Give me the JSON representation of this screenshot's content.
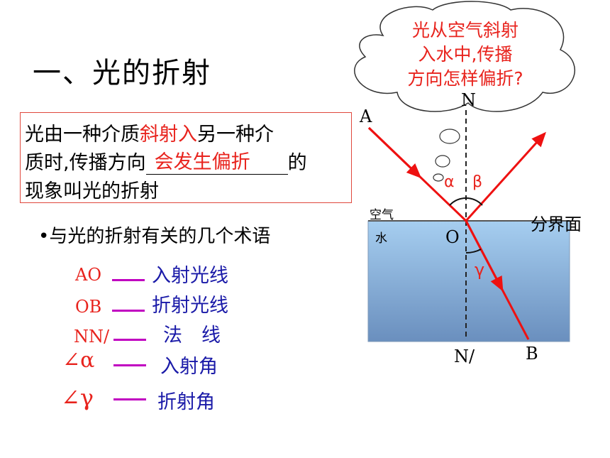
{
  "title": "一、光的折射",
  "definition": {
    "part1": "光由一种介质",
    "highlight": "斜射入",
    "part2": "另一种介",
    "line2_start": "质时,传播方向",
    "answer": "会发生偏折",
    "line2_end": "的",
    "line3": "现象叫光的折射"
  },
  "terms_heading": "•与光的折射有关的几个术语",
  "terms": [
    {
      "symbol": "AO",
      "name": "入射光线"
    },
    {
      "symbol": "OB",
      "name": "折射光线"
    },
    {
      "symbol": "NN/",
      "name": "法　线"
    },
    {
      "symbol": "∠α",
      "name": "入射角"
    },
    {
      "symbol": "∠γ",
      "name": "折射角"
    }
  ],
  "thought_bubble": [
    "光从空气斜射",
    "入水中,传播",
    "方向怎样偏折?"
  ],
  "diagram_labels": {
    "A": "A",
    "N": "N",
    "O": "O",
    "N_prime": "N/",
    "B": "B",
    "alpha": "α",
    "beta": "β",
    "gamma": "γ",
    "air": "空气",
    "water": "水",
    "interface": "分界面"
  },
  "colors": {
    "ray": "#ee1111",
    "water_top": "#a6cef0",
    "water_bottom": "#6a8fbe",
    "term_symbol": "#e8231d",
    "term_dash": "#c000c0",
    "term_name": "#1a1aa8",
    "definition_border": "#e0483d"
  }
}
